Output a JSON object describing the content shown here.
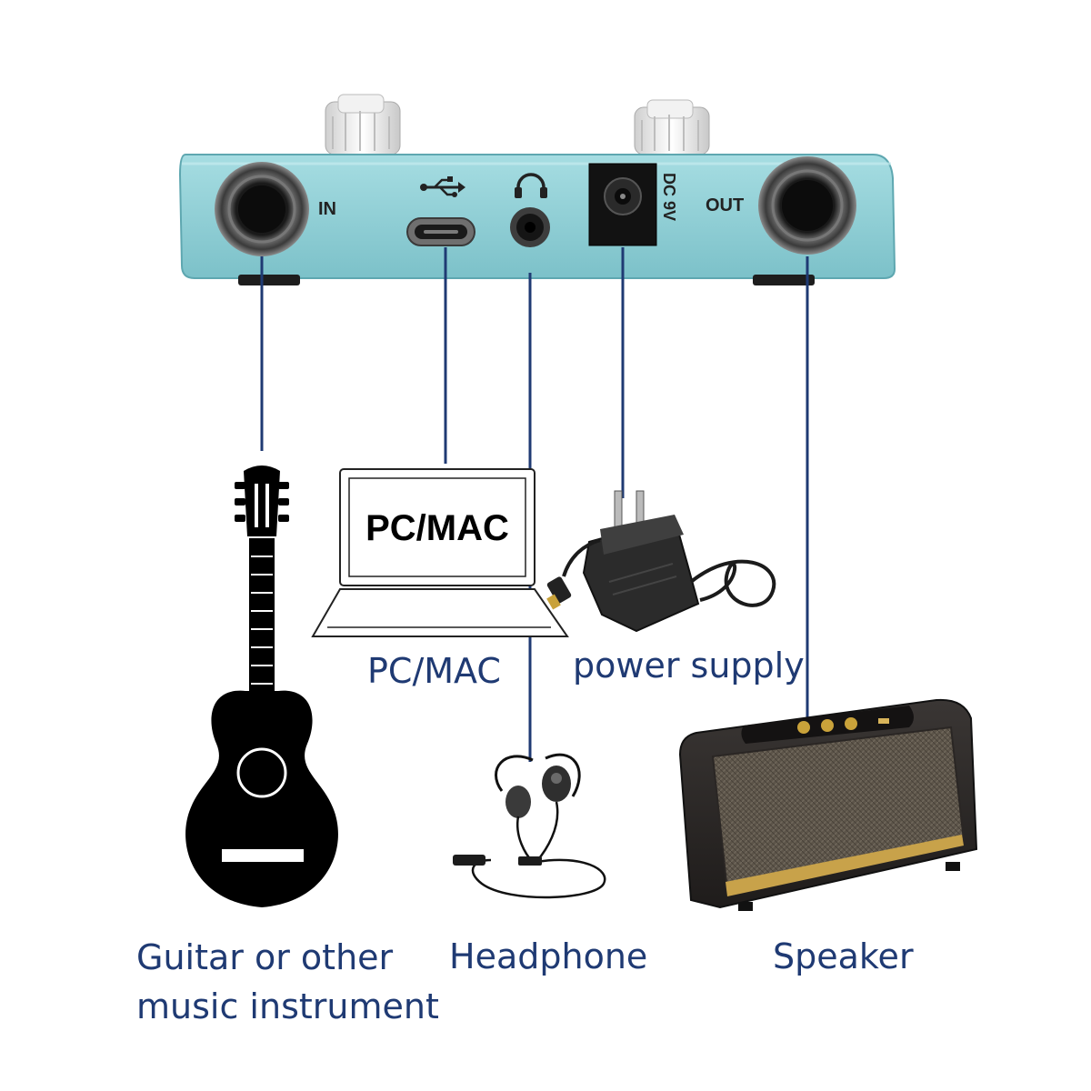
{
  "device": {
    "jack_in_label": "IN",
    "jack_out_label": "OUT",
    "dc_label": "DC 9V"
  },
  "laptop": {
    "screen_text": "PC/MAC"
  },
  "labels": {
    "pc_mac": "PC/MAC",
    "power_supply": "power supply",
    "instrument_line1": "Guitar or other",
    "instrument_line2": "music instrument",
    "headphone": "Headphone",
    "speaker": "Speaker"
  },
  "colors": {
    "pedal_body": "#8ecfd6",
    "connector_line": "#1f3a73",
    "label_text": "#1f3a73"
  },
  "icons": [
    "usb-icon",
    "headphone-icon",
    "guitar-icon",
    "laptop-icon",
    "power-adapter-icon",
    "earphones-icon",
    "speaker-icon"
  ]
}
